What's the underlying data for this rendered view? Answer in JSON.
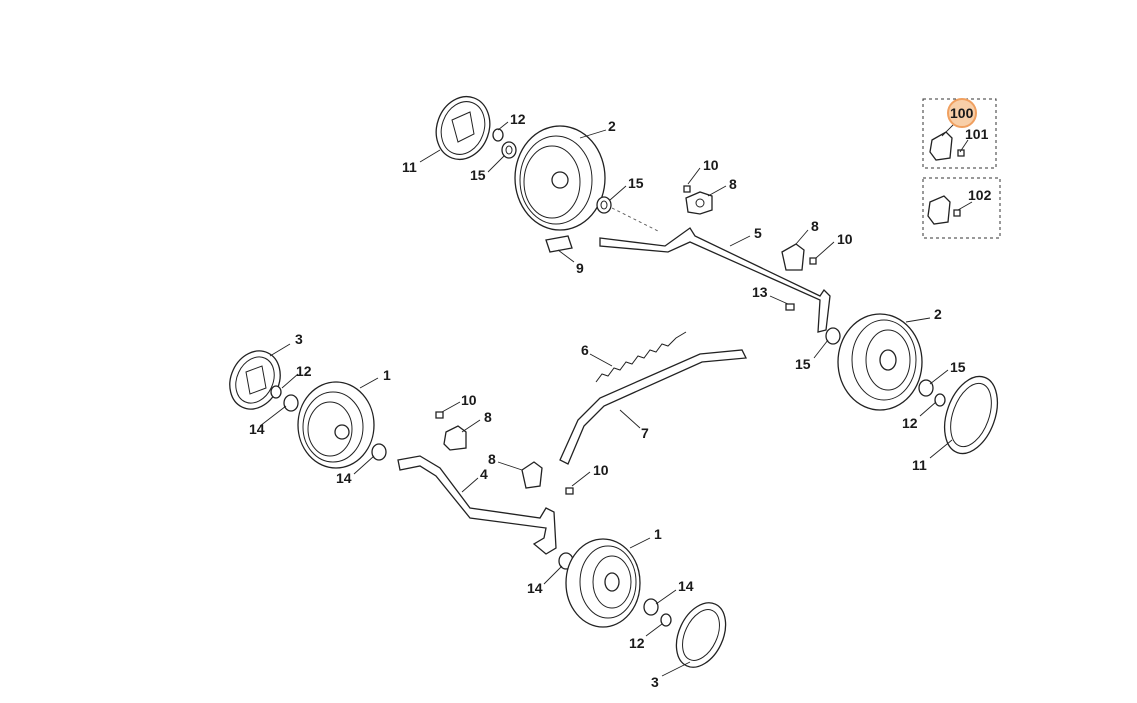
{
  "highlight_color": "#f0a060",
  "callouts": {
    "c11a": "11",
    "c12a": "12",
    "c15a": "15",
    "c2a": "2",
    "c15b": "15",
    "c10a": "10",
    "c8a": "8",
    "c5": "5",
    "c8b": "8",
    "c10b": "10",
    "c9": "9",
    "c13": "13",
    "c2b": "2",
    "c15c": "15",
    "c15d": "15",
    "c12b": "12",
    "c11b": "11",
    "c6": "6",
    "c7": "7",
    "c3a": "3",
    "c12c": "12",
    "c1a": "1",
    "c14a": "14",
    "c14b": "14",
    "c10c": "10",
    "c8c": "8",
    "c8d": "8",
    "c10d": "10",
    "c4": "4",
    "c1b": "1",
    "c14c": "14",
    "c14d": "14",
    "c12d": "12",
    "c3b": "3",
    "c100": "100",
    "c101": "101",
    "c102": "102"
  }
}
